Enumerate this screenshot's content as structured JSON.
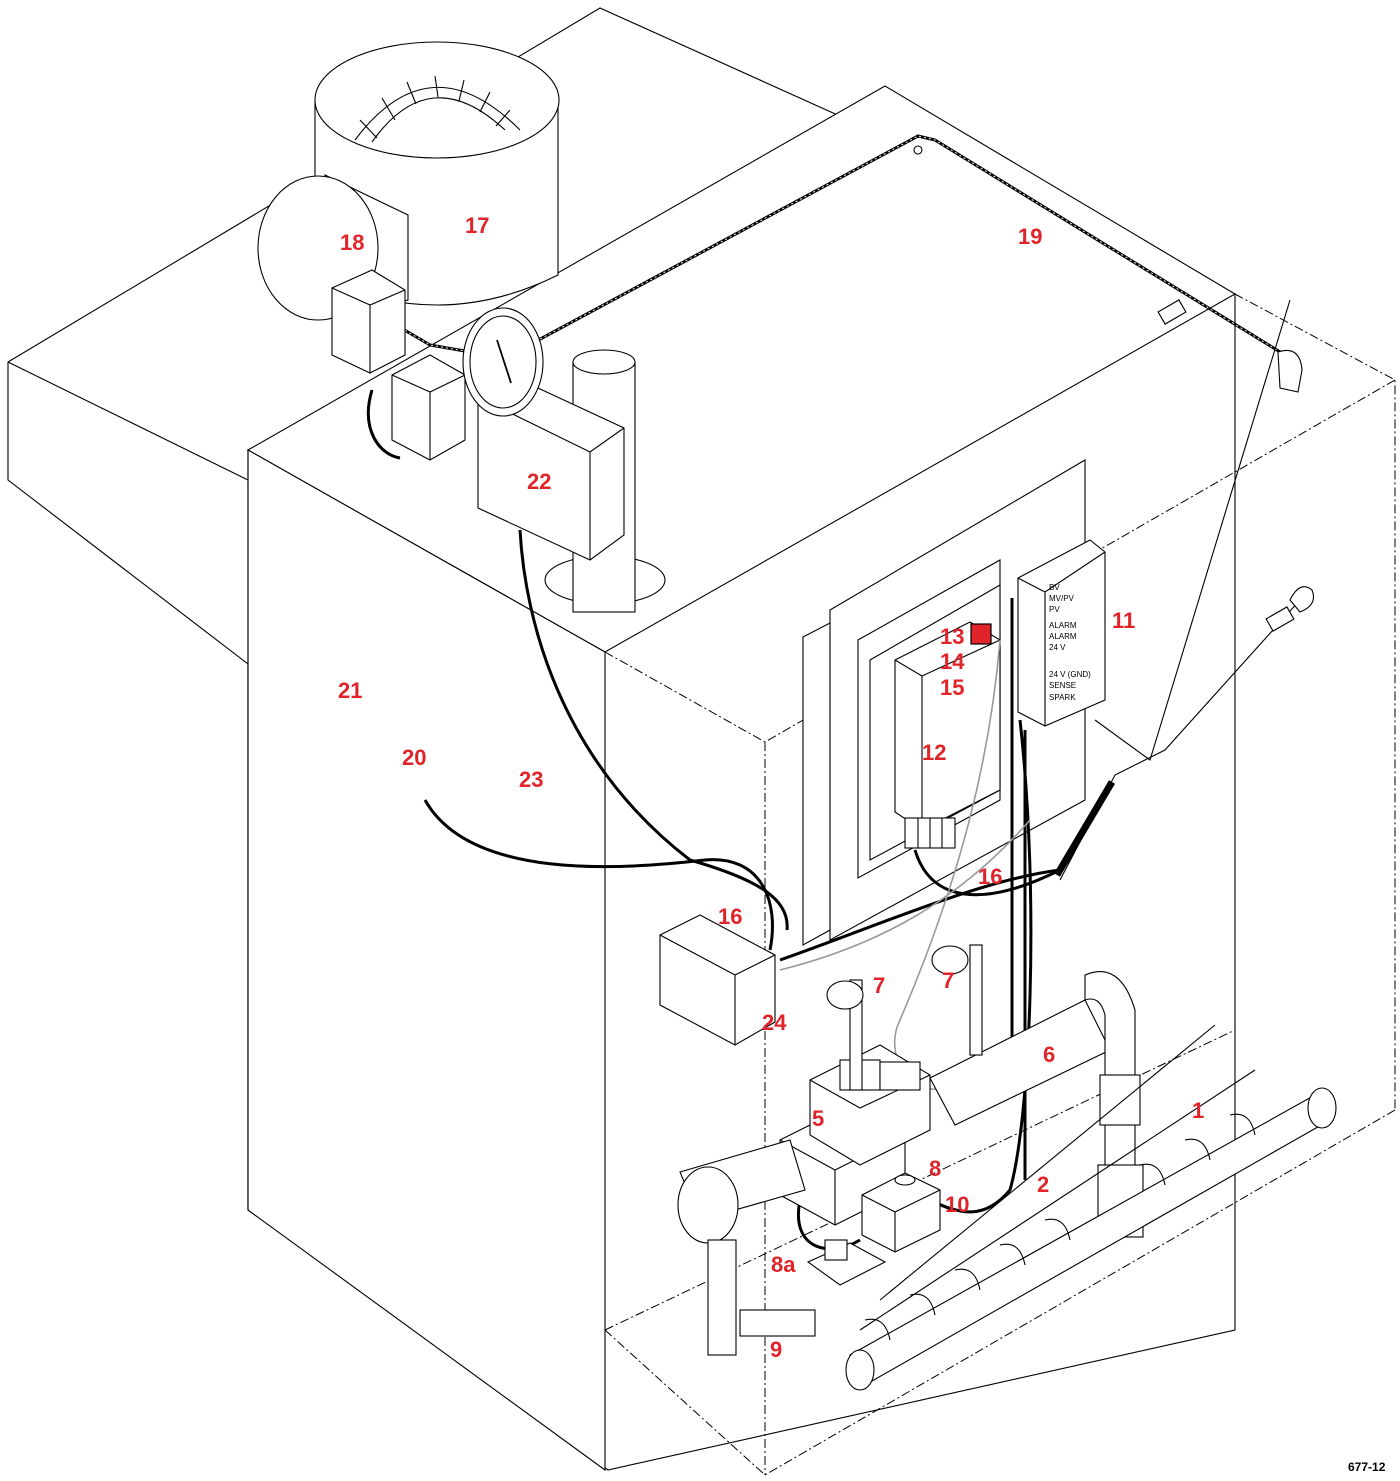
{
  "figure_id": "677-12",
  "callouts": [
    "1",
    "2",
    "5",
    "6",
    "7",
    "7",
    "8",
    "8a",
    "9",
    "10",
    "11",
    "12",
    "13",
    "14",
    "15",
    "16",
    "16",
    "17",
    "18",
    "19",
    "20",
    "21",
    "22",
    "23",
    "24"
  ],
  "terminal_labels": [
    "BV",
    "MV/PV",
    "PV",
    "ALARM",
    "ALARM",
    "24 V",
    "24 V (GND)",
    "SENSE",
    "SPARK"
  ],
  "colors": {
    "callout": "#e0242a",
    "indicator": "#e0242a",
    "line": "#000000",
    "background": "#ffffff"
  }
}
